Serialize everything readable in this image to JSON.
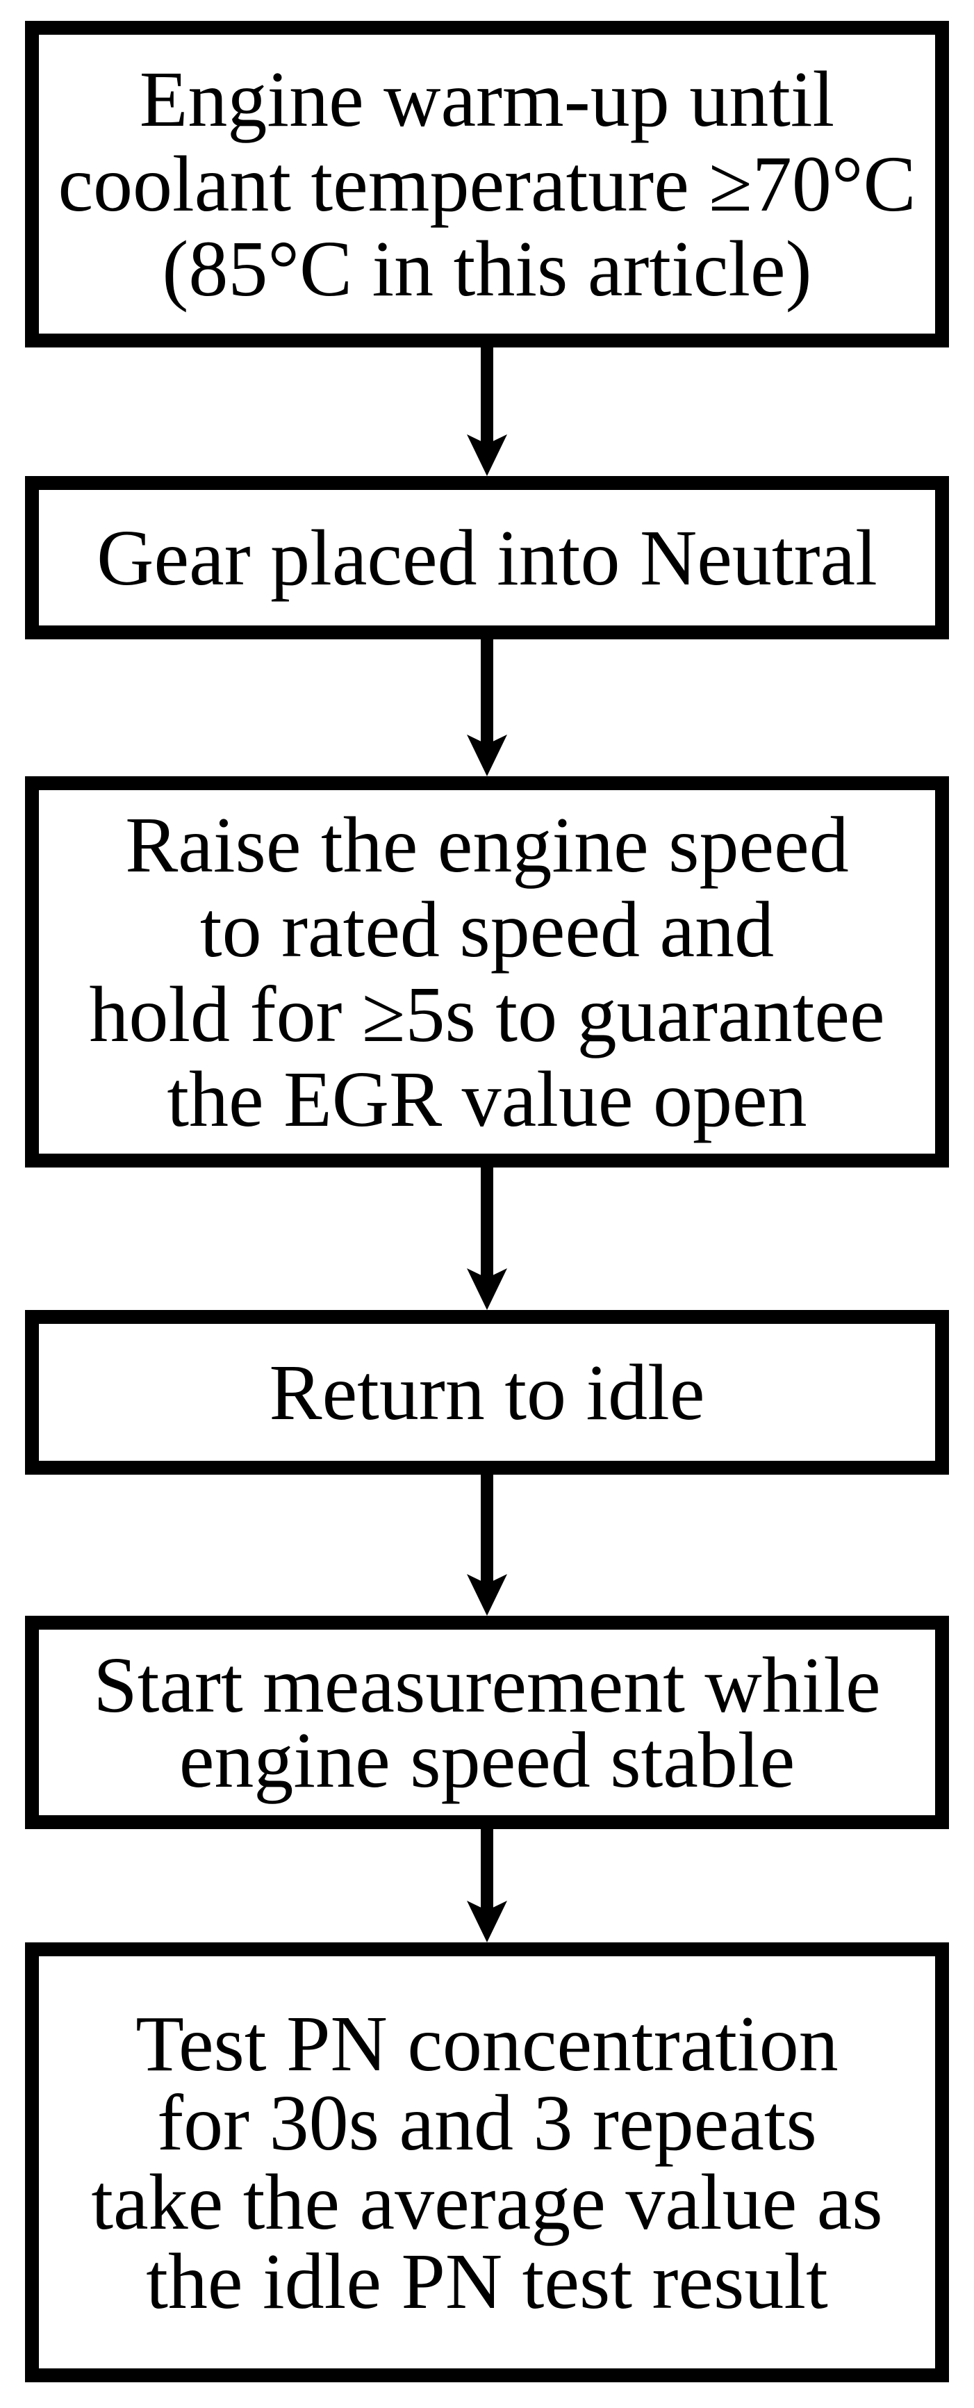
{
  "figure": {
    "type": "flowchart",
    "ink": "#000000",
    "paper": "#ffffff"
  },
  "steps": [
    {
      "id": "engine-warmup",
      "lines": [
        "Engine warm-up until",
        "coolant temperature ≥70°C",
        "(85°C in this article)"
      ]
    },
    {
      "id": "gear-neutral",
      "lines": [
        "Gear placed into Neutral"
      ]
    },
    {
      "id": "raise-engine-speed",
      "lines": [
        "Raise the engine speed",
        "to rated speed and",
        "hold for ≥5s to guarantee",
        "the EGR value open"
      ]
    },
    {
      "id": "return-to-idle",
      "lines": [
        "Return to idle"
      ]
    },
    {
      "id": "start-measurement",
      "lines": [
        "Start measurement while",
        "engine speed stable"
      ]
    },
    {
      "id": "test-pn-concentration",
      "lines": [
        "Test PN concentration",
        "for 30s and 3 repeats",
        "take the average value as",
        "the idle PN test result"
      ]
    }
  ]
}
